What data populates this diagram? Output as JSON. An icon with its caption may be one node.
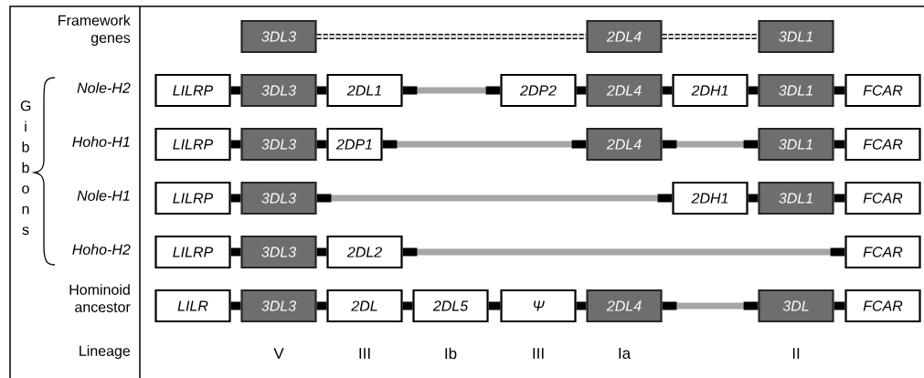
{
  "diagram": {
    "nodes": [
      {
        "text": [
          "3DL3"
        ]
      },
      {
        "text": [
          "2DL4"
        ]
      },
      {
        "text": [
          "3DL1"
        ]
      },
      {
        "text": [
          "LILRP"
        ]
      },
      {
        "text": [
          "3DL3"
        ]
      },
      {
        "text": [
          "2DL1"
        ]
      },
      {
        "text": [
          "2DP2"
        ]
      },
      {
        "text": [
          "2DL4"
        ]
      },
      {
        "text": [
          "2DH1"
        ]
      },
      {
        "text": [
          "3DL1"
        ]
      },
      {
        "text": [
          "FCAR"
        ]
      },
      {
        "text": [
          "LILRP"
        ]
      },
      {
        "text": [
          "3DL3"
        ]
      },
      {
        "text": [
          "2DP1"
        ]
      },
      {
        "text": [
          "2DL4"
        ]
      },
      {
        "text": [
          "3DL1"
        ]
      },
      {
        "text": [
          "FCAR"
        ]
      },
      {
        "text": [
          "LILRP"
        ]
      },
      {
        "text": [
          "3DL3"
        ]
      },
      {
        "text": [
          "2DH1"
        ]
      },
      {
        "text": [
          "3DL1"
        ]
      },
      {
        "text": [
          "FCAR"
        ]
      },
      {
        "text": [
          "LILRP"
        ]
      },
      {
        "text": [
          "3DL3"
        ]
      },
      {
        "text": [
          "2DL2"
        ]
      },
      {
        "text": [
          "FCAR"
        ]
      },
      {
        "text": [
          "LILR"
        ]
      },
      {
        "text": [
          "3DL3"
        ]
      },
      {
        "text": [
          "2DL"
        ]
      },
      {
        "text": [
          "2DL5"
        ]
      },
      {
        "text": [
          "Ψ"
        ]
      },
      {
        "text": [
          "2DL4"
        ]
      },
      {
        "text": [
          "3DL"
        ]
      },
      {
        "text": [
          "FCAR"
        ]
      }
    ],
    "edges": [
      {
        "from": 0,
        "to": 1,
        "arrow": "none",
        "style": "dashed"
      },
      {
        "from": 1,
        "to": 2,
        "arrow": "none",
        "style": "dashed"
      },
      {
        "from": 3,
        "to": 4,
        "arrow": "none"
      },
      {
        "from": 4,
        "to": 5,
        "arrow": "none"
      },
      {
        "from": 5,
        "to": 6,
        "arrow": "none",
        "color": "#a6a6a6"
      },
      {
        "from": 6,
        "to": 7,
        "arrow": "none"
      },
      {
        "from": 7,
        "to": 8,
        "arrow": "none"
      },
      {
        "from": 8,
        "to": 9,
        "arrow": "none"
      },
      {
        "from": 9,
        "to": 10,
        "arrow": "none"
      },
      {
        "from": 11,
        "to": 12,
        "arrow": "none"
      },
      {
        "from": 12,
        "to": 13,
        "arrow": "none"
      },
      {
        "from": 13,
        "to": 14,
        "arrow": "none",
        "color": "#a6a6a6"
      },
      {
        "from": 14,
        "to": 15,
        "arrow": "none",
        "color": "#a6a6a6"
      },
      {
        "from": 15,
        "to": 16,
        "arrow": "none"
      },
      {
        "from": 17,
        "to": 18,
        "arrow": "none"
      },
      {
        "from": 18,
        "to": 19,
        "arrow": "none",
        "color": "#a6a6a6"
      },
      {
        "from": 19,
        "to": 20,
        "arrow": "none"
      },
      {
        "from": 20,
        "to": 21,
        "arrow": "none"
      },
      {
        "from": 22,
        "to": 23,
        "arrow": "none"
      },
      {
        "from": 23,
        "to": 24,
        "arrow": "none"
      },
      {
        "from": 24,
        "to": 25,
        "arrow": "none",
        "color": "#a6a6a6"
      },
      {
        "from": 26,
        "to": 27,
        "arrow": "none"
      },
      {
        "from": 27,
        "to": 28,
        "arrow": "none"
      },
      {
        "from": 28,
        "to": 29,
        "arrow": "none"
      },
      {
        "from": 29,
        "to": 30,
        "arrow": "none"
      },
      {
        "from": 30,
        "to": 31,
        "arrow": "none"
      },
      {
        "from": 31,
        "to": 32,
        "arrow": "none",
        "color": "#a6a6a6"
      },
      {
        "from": 32,
        "to": 33,
        "arrow": "none"
      }
    ],
    "labels": [
      "Framework genes",
      "Gibbons",
      "Nole-H2",
      "Hoho-H1",
      "Nole-H1",
      "Hoho-H2",
      "Hominoid ancestor",
      "Lineage",
      "V",
      "III",
      "Ib",
      "III",
      "Ia",
      "II"
    ]
  }
}
